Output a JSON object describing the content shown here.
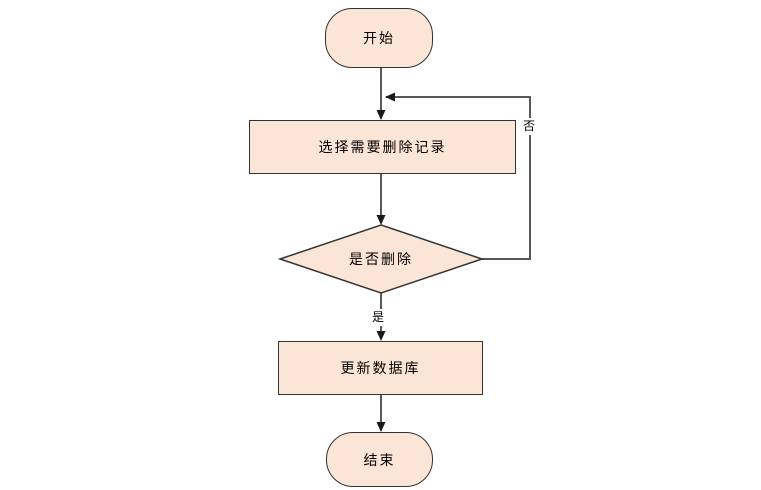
{
  "colors": {
    "canvas_bg": "#ffffff",
    "node_fill": "#fbe5d6",
    "node_border": "#333333",
    "connector": "#595959",
    "arrowhead": "#1a1a1a",
    "text": "#000000"
  },
  "flowchart": {
    "nodes": {
      "start": {
        "label": "开始",
        "shape": "terminator"
      },
      "select_records": {
        "label": "选择需要删除记录",
        "shape": "process"
      },
      "confirm_delete": {
        "label": "是否删除",
        "shape": "decision"
      },
      "update_database": {
        "label": "更新数据库",
        "shape": "process"
      },
      "end": {
        "label": "结束",
        "shape": "terminator"
      }
    },
    "edge_labels": {
      "yes": "是",
      "no": "否"
    }
  }
}
